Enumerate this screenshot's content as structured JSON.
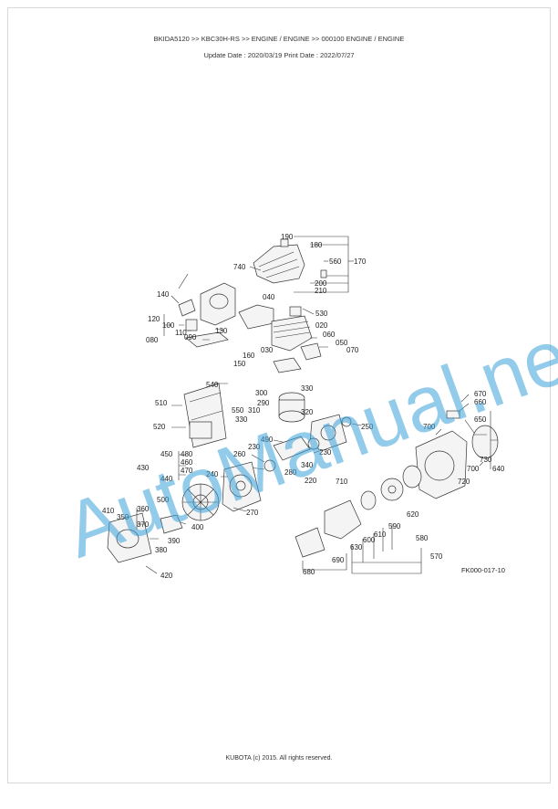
{
  "breadcrumb": "BKIDA5120 >> KBC30H-RS >> ENGINE / ENGINE >> 000100   ENGINE / ENGINE",
  "dates": "Update Date : 2020/03/19   Print Date : 2022/07/27",
  "figure_code": "FK000-017-10",
  "footer": "KUBOTA (c) 2015. All rights reserved.",
  "watermark": "AutoManual.net",
  "part_numbers": {
    "p190": "190",
    "p180": "180",
    "p170": "170",
    "p740": "740",
    "p560": "560",
    "p200": "200",
    "p210": "210",
    "p140": "140",
    "p040": "040",
    "p530": "530",
    "p120": "120",
    "p100": "100",
    "p110": "110",
    "p130": "130",
    "p020": "020",
    "p080": "080",
    "p090": "090",
    "p060": "060",
    "p050": "050",
    "p070": "070",
    "p160": "160",
    "p030": "030",
    "p150": "150",
    "p540": "540",
    "p300": "300",
    "p330": "330",
    "p290": "290",
    "p510": "510",
    "p550": "550",
    "p310": "310",
    "p330b": "330",
    "p320": "320",
    "p250": "250",
    "p520": "520",
    "p670": "670",
    "p660": "660",
    "p650": "650",
    "p700": "700",
    "p490": "490",
    "p480": "480",
    "p450": "450",
    "p460": "460",
    "p230": "230",
    "p730": "730",
    "p260": "260",
    "p230b": "230",
    "p430": "430",
    "p470": "470",
    "p700b": "700",
    "p640": "640",
    "p340": "340",
    "p280": "280",
    "p720": "720",
    "p440": "440",
    "p240": "240",
    "p220": "220",
    "p710": "710",
    "p500": "500",
    "p410": "410",
    "p360": "360",
    "p270": "270",
    "p350": "350",
    "p370": "370",
    "p400": "400",
    "p620": "620",
    "p590": "590",
    "p610": "610",
    "p600": "600",
    "p630": "630",
    "p580": "580",
    "p390": "390",
    "p380": "380",
    "p690": "690",
    "p570": "570",
    "p420": "420",
    "p680": "680"
  }
}
